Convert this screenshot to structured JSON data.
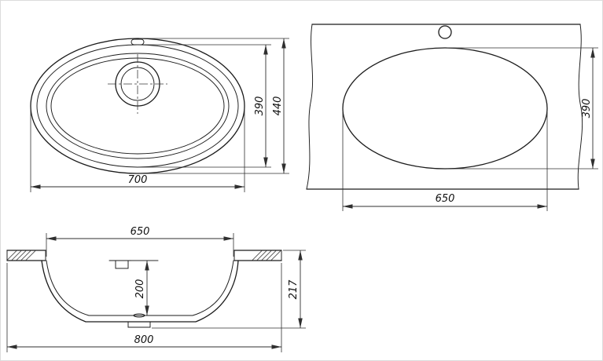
{
  "drawing": {
    "kind": "sink-technical-drawing",
    "views": {
      "top": {
        "dim_width": "700",
        "dim_inner_height": "390",
        "dim_outer_height": "440"
      },
      "cutout": {
        "dim_width": "650",
        "dim_height": "390"
      },
      "section": {
        "dim_top_width": "650",
        "dim_depth": "200",
        "dim_height": "217",
        "dim_total_width": "800"
      }
    }
  },
  "colors": {
    "line": "#1b1b1b",
    "dimension": "#2f2f2f",
    "background": "#ffffff"
  }
}
